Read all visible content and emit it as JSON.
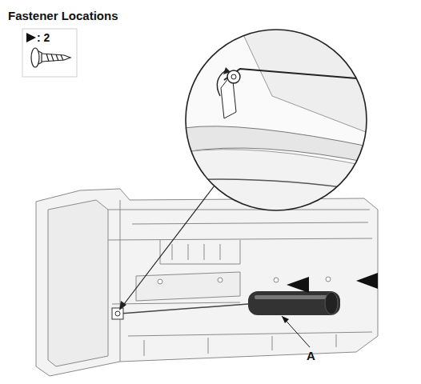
{
  "diagram": {
    "title": "Fastener Locations",
    "labels": [
      ": 2",
      "A"
    ]
  }
}
